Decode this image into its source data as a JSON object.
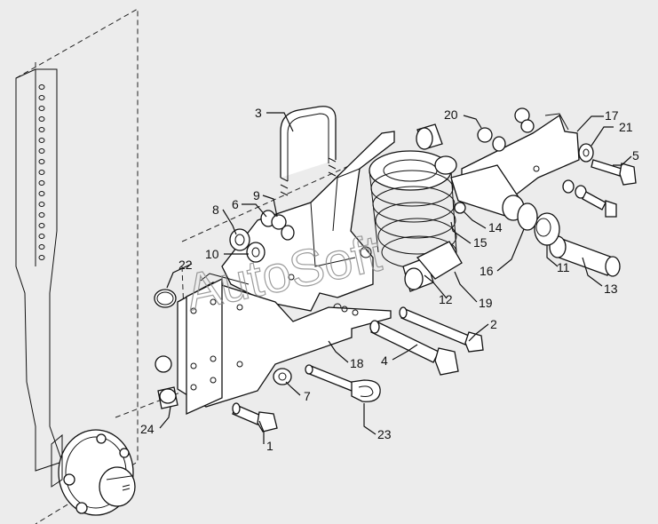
{
  "watermark": "AutoSoft",
  "callouts": [
    {
      "id": "c1",
      "label": "1"
    },
    {
      "id": "c2",
      "label": "2"
    },
    {
      "id": "c3",
      "label": "3"
    },
    {
      "id": "c4",
      "label": "4"
    },
    {
      "id": "c5",
      "label": "5"
    },
    {
      "id": "c6",
      "label": "6"
    },
    {
      "id": "c7",
      "label": "7"
    },
    {
      "id": "c8",
      "label": "8"
    },
    {
      "id": "c9",
      "label": "9"
    },
    {
      "id": "c10",
      "label": "10"
    },
    {
      "id": "c11",
      "label": "11"
    },
    {
      "id": "c12",
      "label": "12"
    },
    {
      "id": "c13",
      "label": "13"
    },
    {
      "id": "c14",
      "label": "14"
    },
    {
      "id": "c15",
      "label": "15"
    },
    {
      "id": "c16",
      "label": "16"
    },
    {
      "id": "c17",
      "label": "17"
    },
    {
      "id": "c18",
      "label": "18"
    },
    {
      "id": "c19",
      "label": "19"
    },
    {
      "id": "c20",
      "label": "20"
    },
    {
      "id": "c21",
      "label": "21"
    },
    {
      "id": "c22",
      "label": "22"
    },
    {
      "id": "c23",
      "label": "23"
    },
    {
      "id": "c24",
      "label": "24"
    }
  ]
}
